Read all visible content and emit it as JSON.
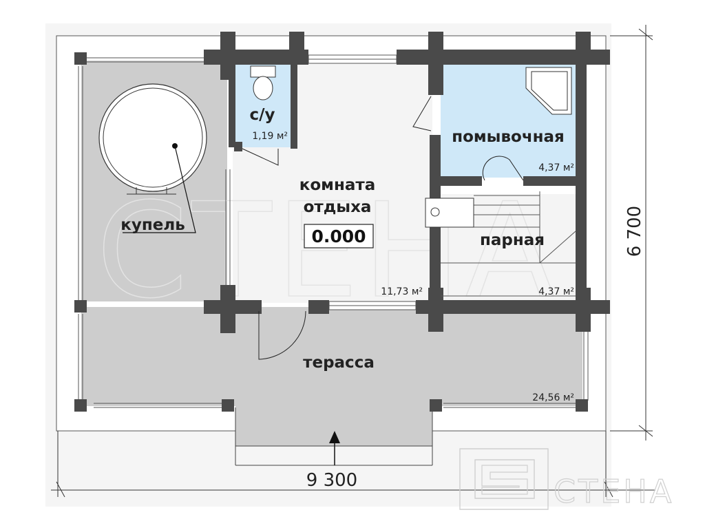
{
  "rooms": {
    "wc": {
      "name": "с/у",
      "area": "1,19 м²"
    },
    "wash": {
      "name": "помывочная",
      "area": "4,37 м²"
    },
    "lounge": {
      "name_line1": "комната",
      "name_line2": "отдыха",
      "level_mark": "0.000",
      "area": "11,73 м²"
    },
    "steam": {
      "name": "парная",
      "area": "4,37 м²"
    },
    "terrace": {
      "name": "терасса",
      "area": "24,56 м²"
    },
    "font": {
      "name": "купель"
    }
  },
  "dimensions": {
    "width": "9 300",
    "height": "6 700"
  },
  "logo": {
    "text": "СТЕНА"
  },
  "colors": {
    "wall": "#4a4a4a",
    "wet_room": "#cfe8f8",
    "interior": "#f4f4f4",
    "terrace": "#cdcdcd",
    "frame": "#f5f5f5"
  }
}
